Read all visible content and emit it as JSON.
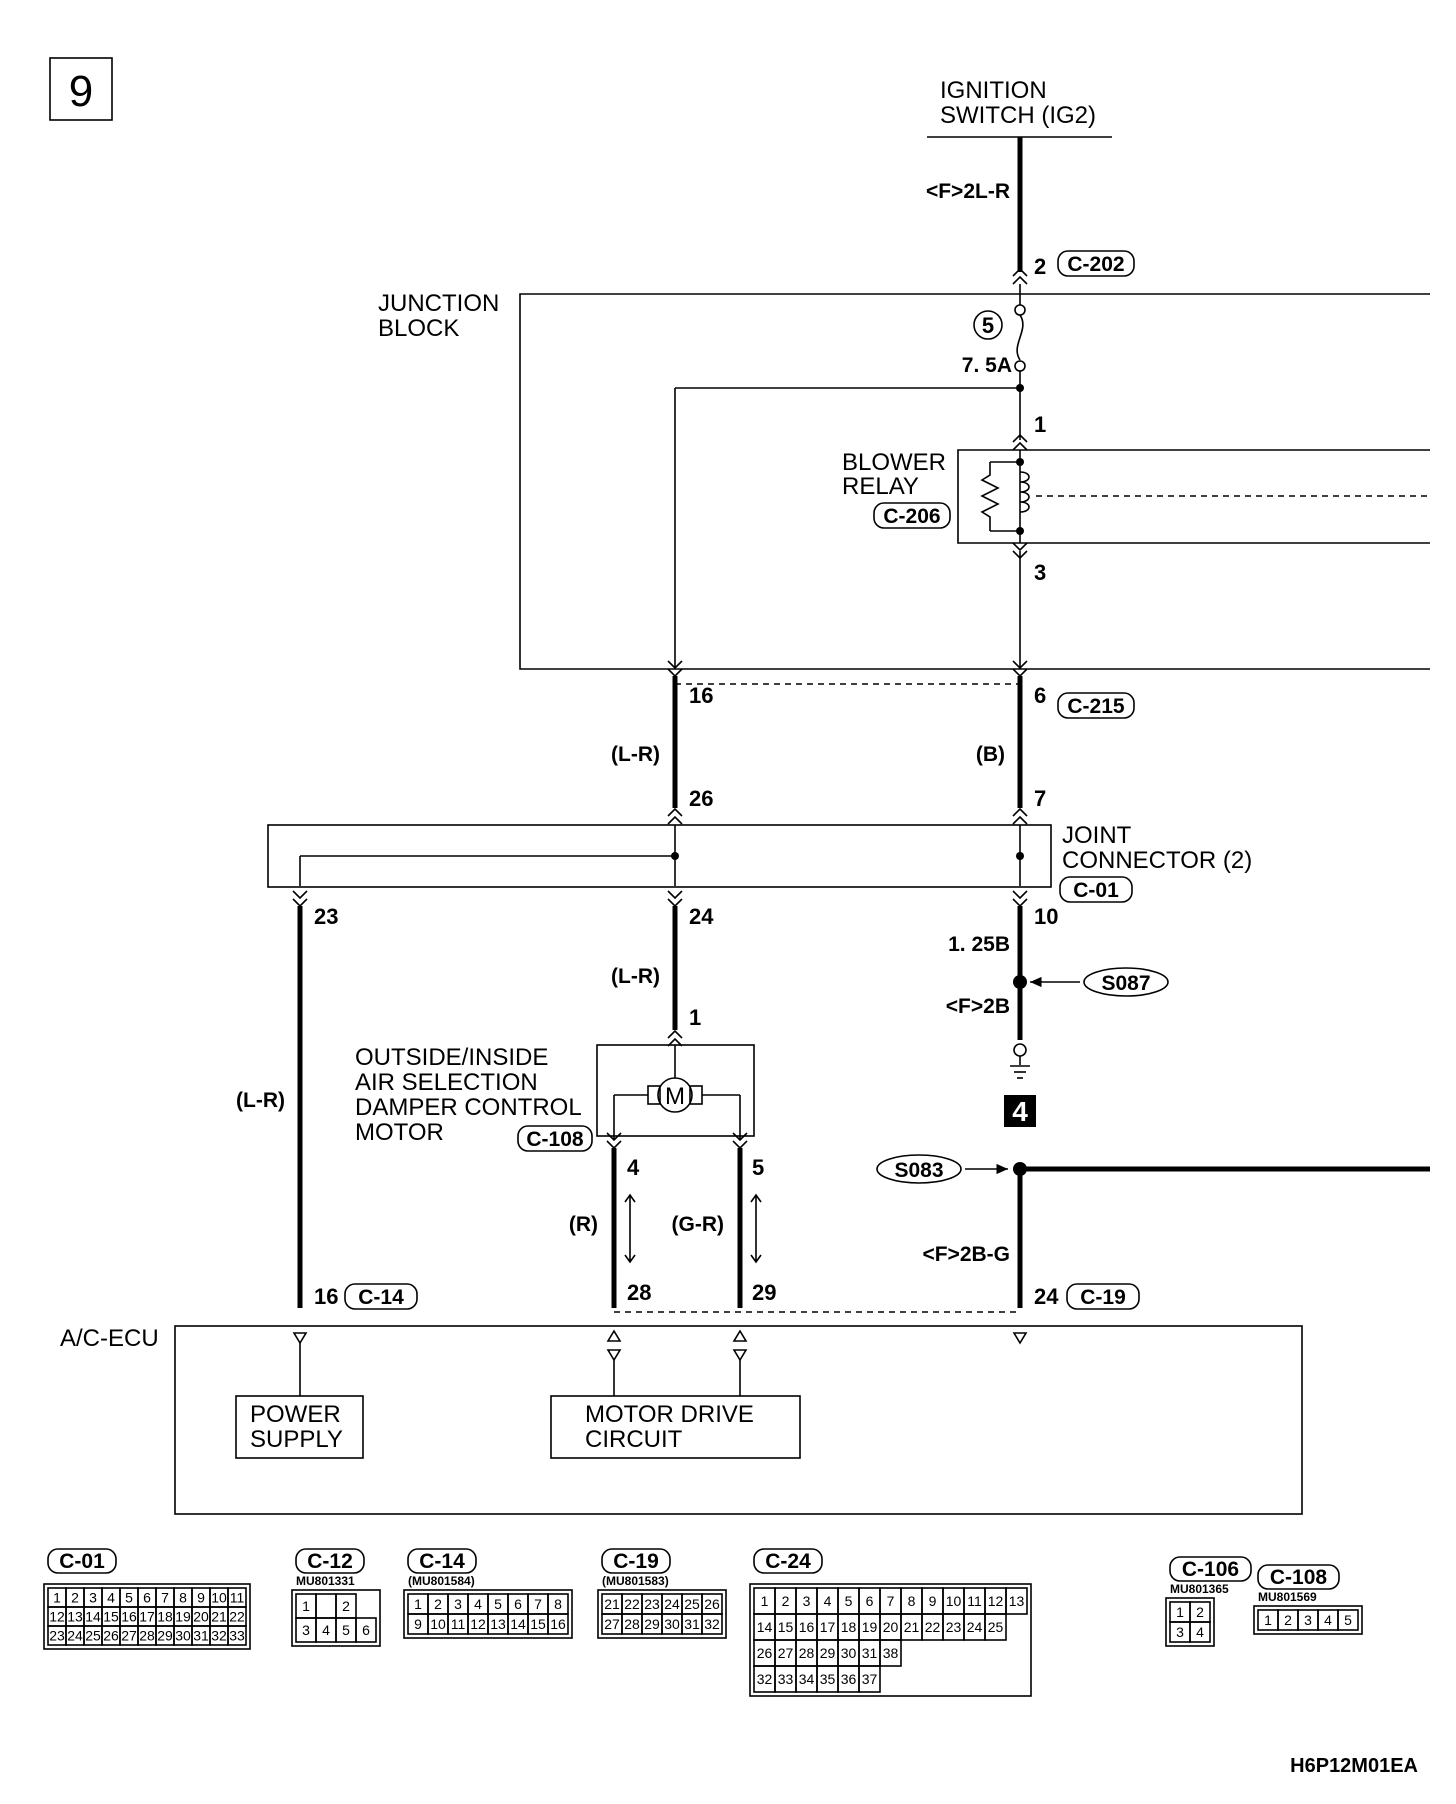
{
  "page_number": "9",
  "ignition": {
    "line1": "IGNITION",
    "line2": "SWITCH (IG2)"
  },
  "wires": {
    "ig_wire": "<F>2L-R",
    "lr_upper": "(L-R)",
    "b_upper": "(B)",
    "lr_mid": "(L-R)",
    "b_ground": "1. 25B",
    "f2b": "<F>2B",
    "lr_left": "(L-R)",
    "r_wire": "(R)",
    "gr_wire": "(G-R)",
    "f2bg": "<F>2B-G"
  },
  "pins": {
    "p2": "2",
    "p1": "1",
    "p3": "3",
    "p16": "16",
    "p6": "6",
    "p26": "26",
    "p7": "7",
    "p23": "23",
    "p24": "24",
    "p10": "10",
    "pm1": "1",
    "p4": "4",
    "p5": "5",
    "p28": "28",
    "p29": "29",
    "e16": "16",
    "e24": "24"
  },
  "connectors": {
    "c202": "C-202",
    "c206": "C-206",
    "c215": "C-215",
    "c01": "C-01",
    "c108": "C-108",
    "c14": "C-14",
    "c19": "C-19"
  },
  "junction_block": {
    "line1": "JUNCTION",
    "line2": "BLOCK"
  },
  "fuse": {
    "number": "5",
    "rating": "7. 5A"
  },
  "blower_relay": {
    "line1": "BLOWER",
    "line2": "RELAY"
  },
  "joint_connector": {
    "line1": "JOINT",
    "line2": "CONNECTOR (2)"
  },
  "splices": {
    "s087": "S087",
    "s083": "S083"
  },
  "ground_ref": "4",
  "motor": {
    "line1": "OUTSIDE/INSIDE",
    "line2": "AIR SELECTION",
    "line3": "DAMPER CONTROL",
    "line4": "MOTOR",
    "symbol": "M"
  },
  "ecu": {
    "label": "A/C-ECU",
    "power1": "POWER",
    "power2": "SUPPLY",
    "drive1": "MOTOR DRIVE",
    "drive2": "CIRCUIT"
  },
  "connector_views": [
    {
      "name": "C-01",
      "part": "",
      "rows": [
        [
          "1",
          "2",
          "3",
          "4",
          "5",
          "6",
          "7",
          "8",
          "9",
          "10",
          "11"
        ],
        [
          "12",
          "13",
          "14",
          "15",
          "16",
          "17",
          "18",
          "19",
          "20",
          "21",
          "22"
        ],
        [
          "23",
          "24",
          "25",
          "26",
          "27",
          "28",
          "29",
          "30",
          "31",
          "32",
          "33"
        ]
      ]
    },
    {
      "name": "C-12",
      "part": "MU801331",
      "rows": [
        [
          "1",
          "",
          "2"
        ],
        [
          "3",
          "4",
          "5",
          "6"
        ]
      ]
    },
    {
      "name": "C-14",
      "part": "(MU801584)",
      "rows": [
        [
          "1",
          "2",
          "3",
          "4",
          "5",
          "6",
          "7",
          "8"
        ],
        [
          "9",
          "10",
          "11",
          "12",
          "13",
          "14",
          "15",
          "16"
        ]
      ]
    },
    {
      "name": "C-19",
      "part": "(MU801583)",
      "rows": [
        [
          "21",
          "22",
          "23",
          "24",
          "25",
          "26"
        ],
        [
          "27",
          "28",
          "29",
          "30",
          "31",
          "32"
        ]
      ]
    },
    {
      "name": "C-24",
      "part": "",
      "rows": [
        [
          "1",
          "2",
          "3",
          "4",
          "5",
          "6",
          "7",
          "8",
          "9",
          "10",
          "11",
          "12",
          "13"
        ],
        [
          "14",
          "15",
          "16",
          "17",
          "18",
          "19",
          "20",
          "21",
          "22",
          "23",
          "24",
          "25"
        ],
        [
          "26",
          "27",
          "28",
          "29",
          "30",
          "31",
          "38"
        ],
        [
          "32",
          "33",
          "34",
          "35",
          "36",
          "37"
        ]
      ]
    },
    {
      "name": "C-106",
      "part": "MU801365",
      "rows": [
        [
          "1",
          "2"
        ],
        [
          "3",
          "4"
        ]
      ]
    },
    {
      "name": "C-108",
      "part": "MU801569",
      "rows": [
        [
          "1",
          "2",
          "3",
          "4",
          "5"
        ]
      ]
    }
  ],
  "drawing_code": "H6P12M01EA"
}
